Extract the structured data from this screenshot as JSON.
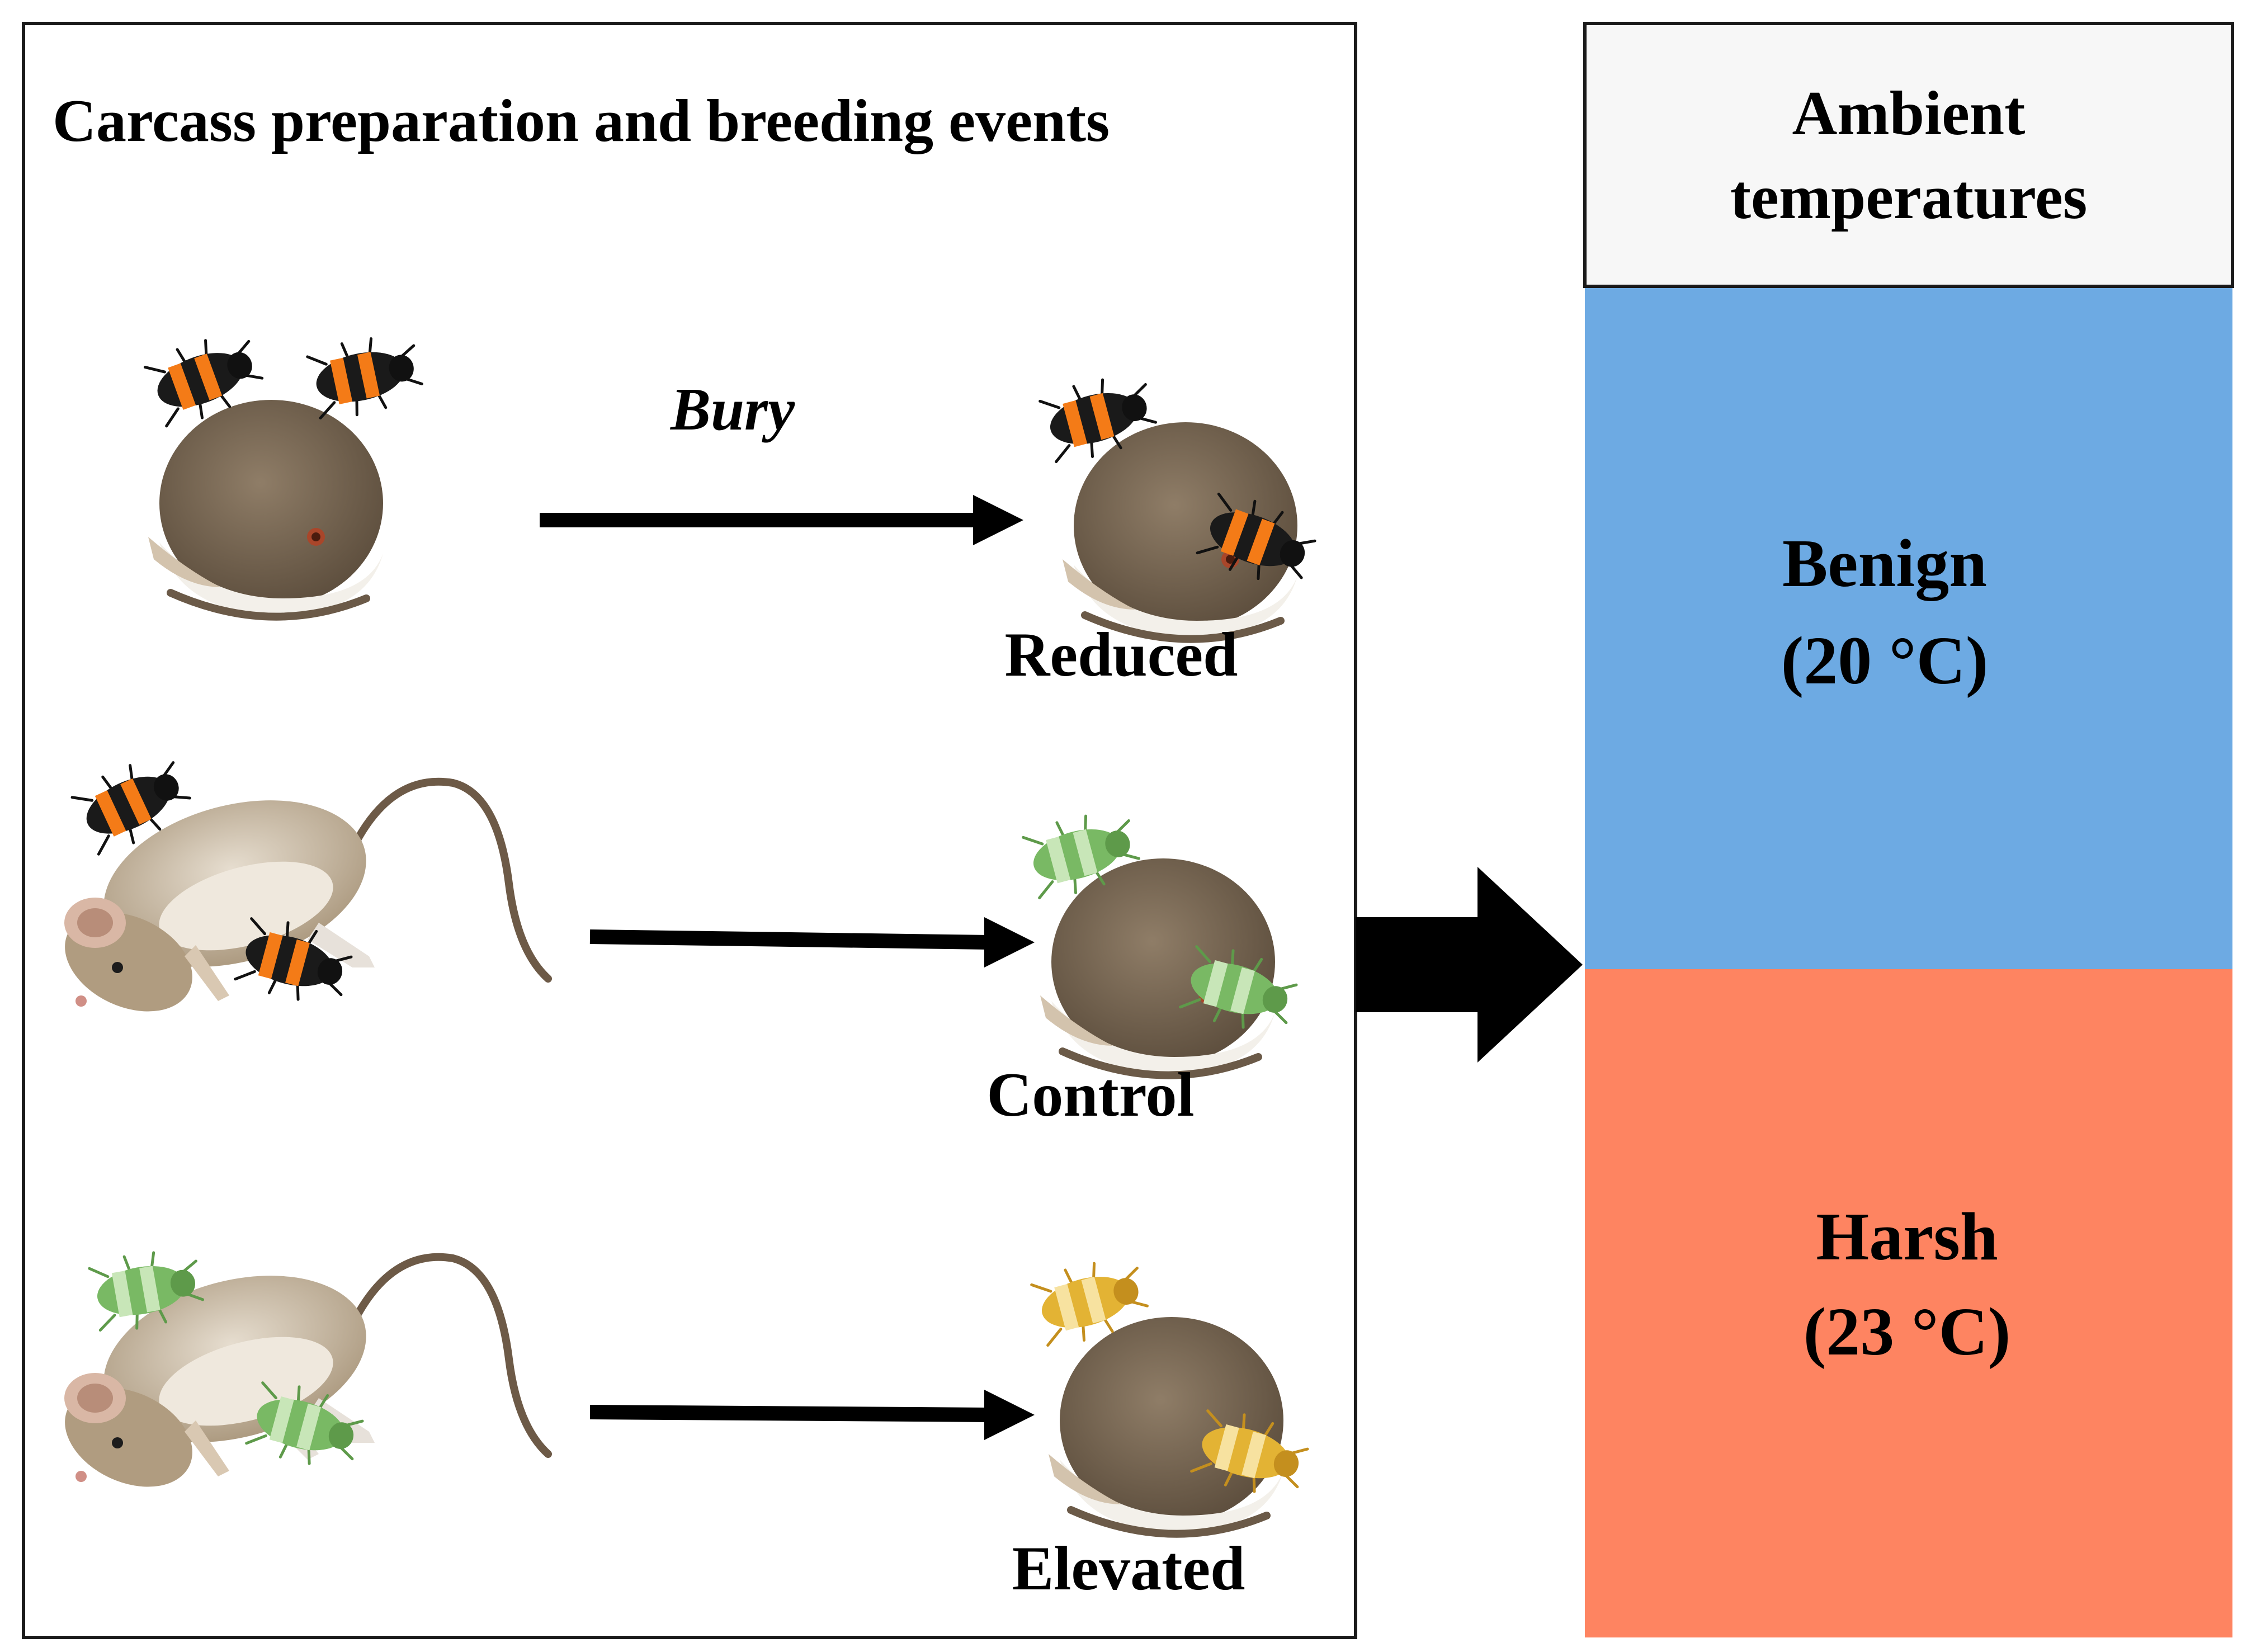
{
  "left_panel": {
    "title": "Carcass preparation and breeding events",
    "bury_label": "Bury",
    "rows": [
      {
        "label": "Reduced",
        "parent_color": "black-orange",
        "offspring_color": "black-orange"
      },
      {
        "label": "Control",
        "parent_color": "black-orange",
        "offspring_color": "green"
      },
      {
        "label": "Elevated",
        "parent_color": "green",
        "offspring_color": "yellow"
      }
    ]
  },
  "right_panel": {
    "header_line1": "Ambient",
    "header_line2": "temperatures",
    "benign_name": "Benign",
    "benign_temp": "(20 °C)",
    "harsh_name": "Harsh",
    "harsh_temp": "(23 °C)"
  },
  "colors": {
    "benign": "#6daae3",
    "harsh": "#fe8461",
    "header_bg": "#f7f7f7",
    "carcass": "#7b6a55",
    "mouse_fur": "#b8a78f",
    "beetle_black": "#1a1a1a",
    "beetle_orange": "#f47b17",
    "beetle_green": "#79b964",
    "beetle_yellow": "#e3b334"
  },
  "icons": {
    "flow_arrow": "right-arrow-icon",
    "beetle": "burying-beetle-icon",
    "carcass_ball": "prepared-carcass-icon",
    "mouse": "mouse-carcass-icon"
  }
}
